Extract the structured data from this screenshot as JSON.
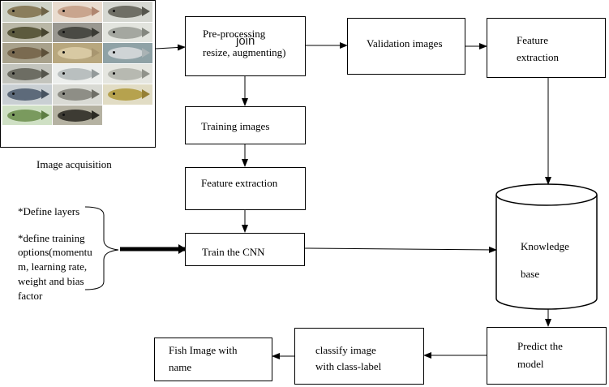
{
  "diagram": {
    "image_acquisition_label": "Image acquisition",
    "join_label": "join",
    "preprocessing": {
      "line1": "Pre-processing",
      "line2": "resize, augmenting)"
    },
    "validation_images": "Validation images",
    "feature_extraction_top": {
      "line1": "Feature",
      "line2": "extraction"
    },
    "training_images": "Training images",
    "feature_extraction_mid": "Feature extraction",
    "train_cnn": "Train the CNN",
    "knowledge_base": {
      "line1": "Knowledge",
      "line2": "base"
    },
    "predict_model": {
      "line1": "Predict the",
      "line2": "model"
    },
    "classify_image": {
      "line1": "classify image",
      "line2": "with class-label"
    },
    "fish_image_name": {
      "line1": "Fish Image with",
      "line2": "name"
    },
    "options": {
      "line1": "*Define layers",
      "line2": "*define training",
      "line3": "options(momentu",
      "line4": "m, learning rate,",
      "line5": "weight and bias",
      "line6": "factor"
    }
  },
  "fish_tiles": [
    {
      "body": "#8a7d5c",
      "bg": "#cfd3c8",
      "tail": "#6e6347"
    },
    {
      "body": "#c9a58e",
      "bg": "#e9dccf",
      "tail": "#b08670"
    },
    {
      "body": "#6f6f66",
      "bg": "#d6d8d2",
      "tail": "#55554d"
    },
    {
      "body": "#5c5a3e",
      "bg": "#b9b7a6",
      "tail": "#474530"
    },
    {
      "body": "#4a4a44",
      "bg": "#9a9891",
      "tail": "#3a3a34"
    },
    {
      "body": "#a4a7a0",
      "bg": "#e2e4de",
      "tail": "#84877f"
    },
    {
      "body": "#7a6a50",
      "bg": "#a9a28c",
      "tail": "#5d5039"
    },
    {
      "body": "#d8c9a3",
      "bg": "#b8a77e",
      "tail": "#a89670"
    },
    {
      "body": "#cfd4d6",
      "bg": "#8fa2a6",
      "tail": "#aab3b5"
    },
    {
      "body": "#6d6d63",
      "bg": "#c3c4bd",
      "tail": "#55554c"
    },
    {
      "body": "#b9bfbf",
      "bg": "#eceeec",
      "tail": "#939a9a"
    },
    {
      "body": "#b7b9b1",
      "bg": "#e5e6e0",
      "tail": "#90928a"
    },
    {
      "body": "#5d6a7a",
      "bg": "#c9cfd3",
      "tail": "#475360"
    },
    {
      "body": "#8e8e86",
      "bg": "#d9dad4",
      "tail": "#6e6e66"
    },
    {
      "body": "#b6a24e",
      "bg": "#e1dcc4",
      "tail": "#957f33"
    },
    {
      "body": "#7a9a5e",
      "bg": "#cfe0c4",
      "tail": "#5d7d43"
    },
    {
      "body": "#3d3b33",
      "bg": "#b5b2a2",
      "tail": "#2b2a23"
    }
  ]
}
